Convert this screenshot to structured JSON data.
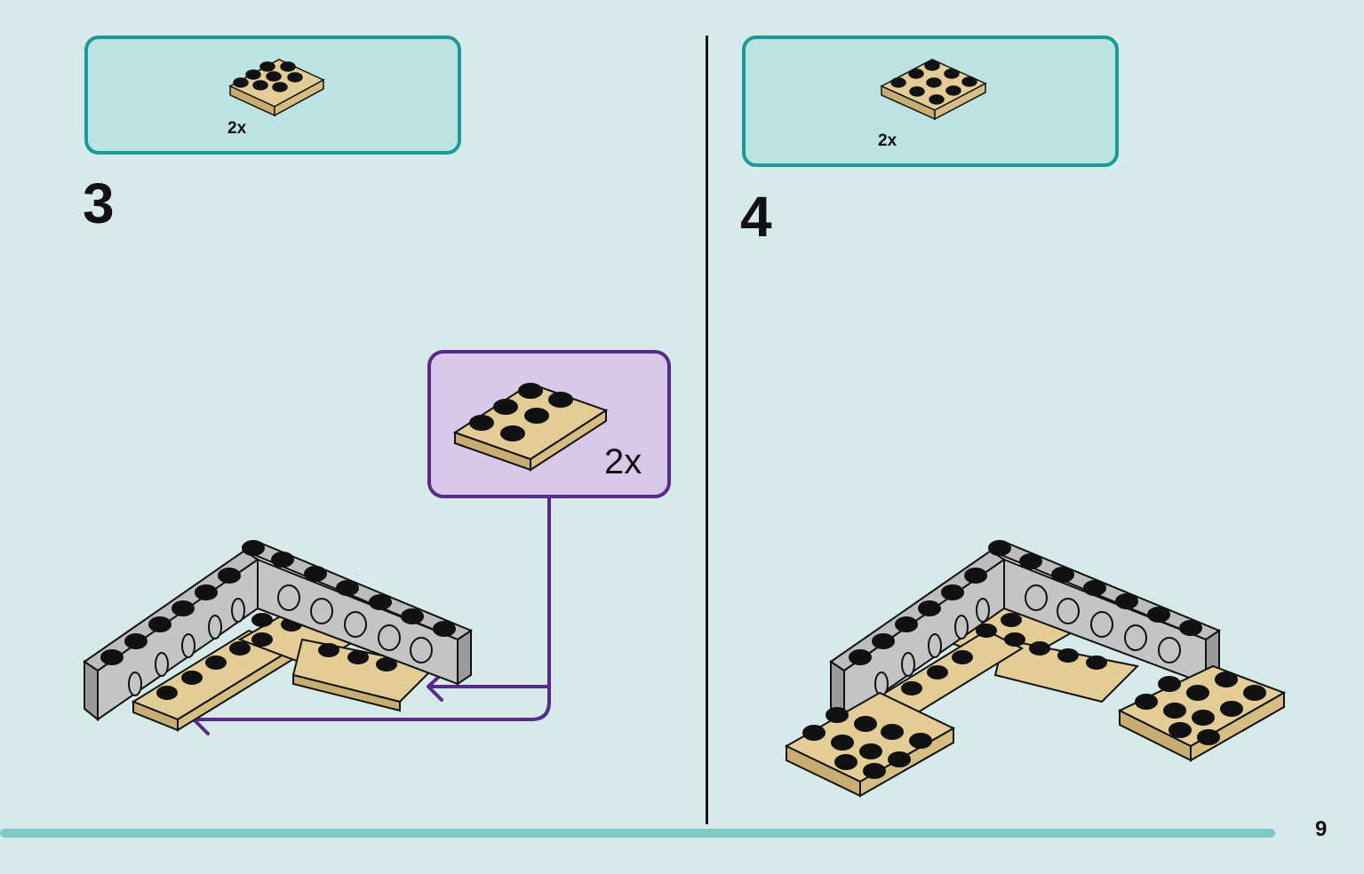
{
  "steps": [
    {
      "number": "3",
      "parts_qty": "2x",
      "callout_qty": "2x"
    },
    {
      "number": "4",
      "parts_qty": "2x"
    }
  ],
  "page_number": "9",
  "colors": {
    "background": "#d5eae9",
    "parts_box_fill": "#bde2e2",
    "parts_box_border": "#1a9a99",
    "callout_fill": "#d8c8ea",
    "callout_border": "#5a2a8a",
    "brick_tan": "#e3cc95",
    "brick_gray": "#c4c4c4",
    "footer_bar": "#7ec9c5"
  },
  "icons": {
    "step3_part": "tan-plate-2x3-icon",
    "step4_part": "tan-plate-3x3-icon",
    "step3_callout_part": "tan-plate-2x3-icon",
    "step3_model": "gray-technic-corner-with-tan-plates",
    "step4_model": "gray-technic-corner-with-tan-plates-extended",
    "arrow": "purple-placement-arrow"
  }
}
